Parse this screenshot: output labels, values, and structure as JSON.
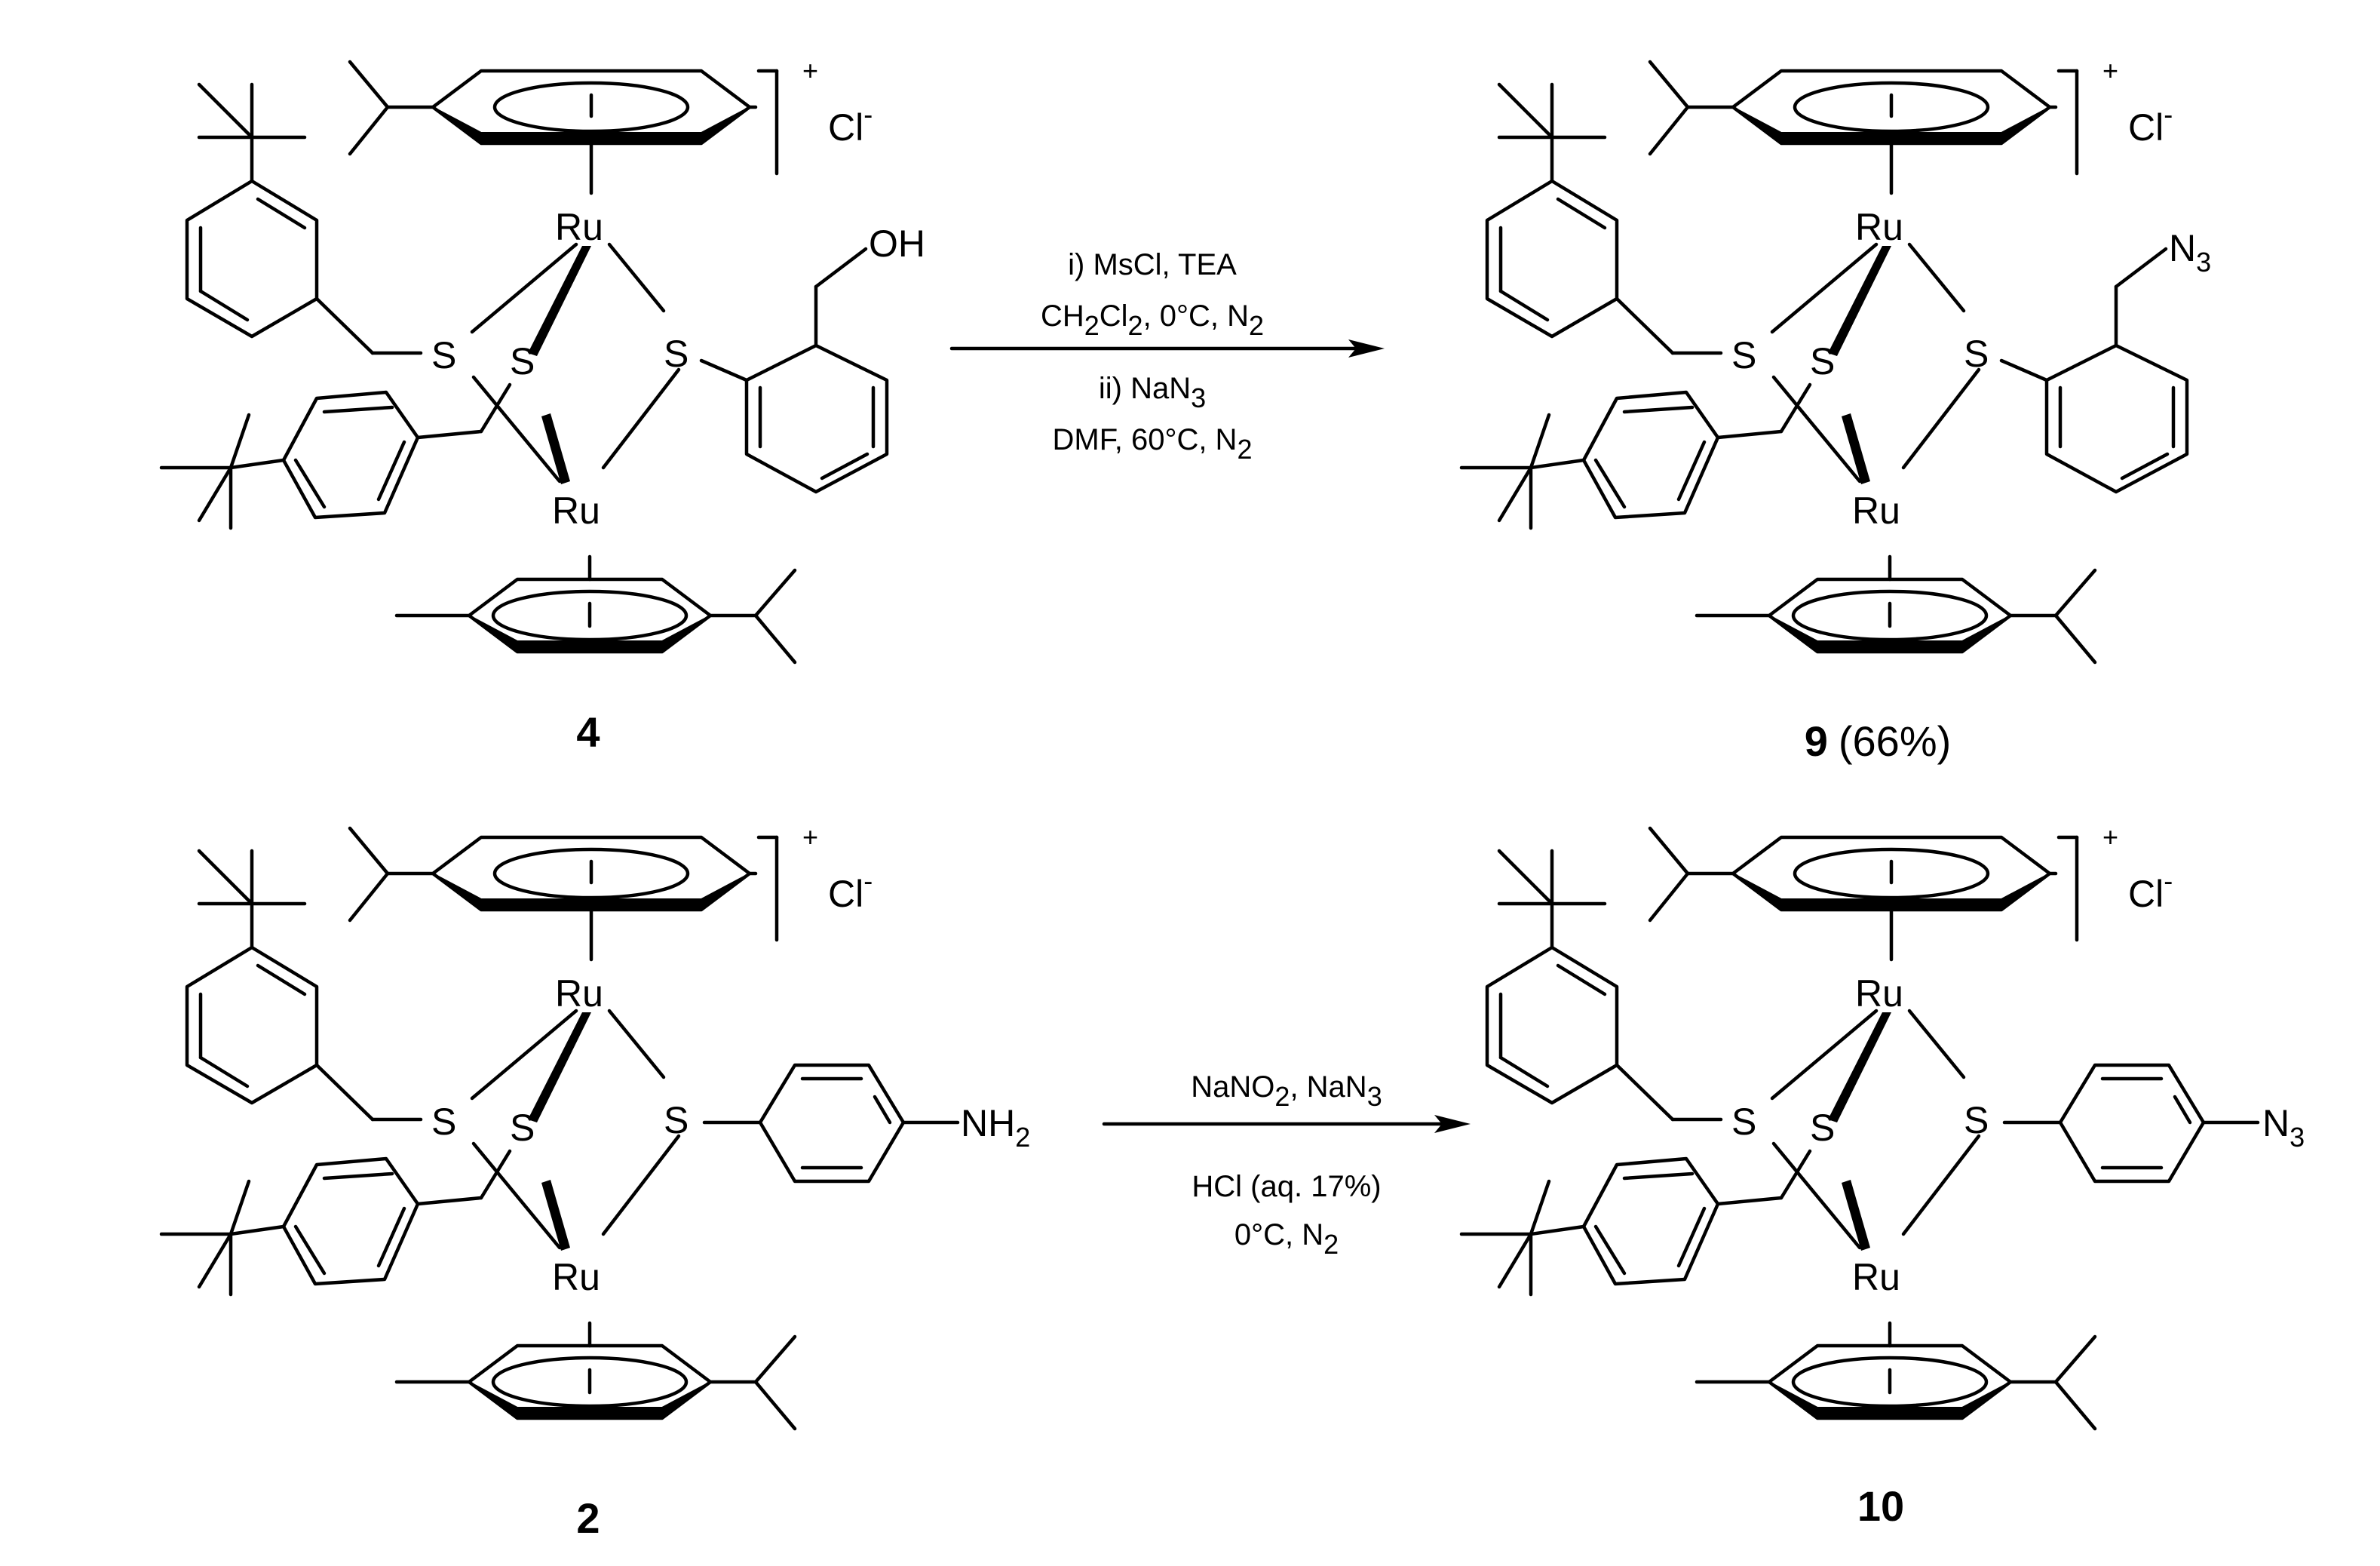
{
  "scheme": {
    "compounds": [
      {
        "id": "4",
        "label": "4",
        "yield": "",
        "counter_ion": {
          "cation_sign": "+",
          "anion": "Cl",
          "anion_charge": "-"
        },
        "metal": "Ru",
        "bridging_atom": "S",
        "substituent_group": "OH"
      },
      {
        "id": "9",
        "label": "9",
        "yield": "(66%)",
        "counter_ion": {
          "cation_sign": "+",
          "anion": "Cl",
          "anion_charge": "-"
        },
        "metal": "Ru",
        "bridging_atom": "S",
        "substituent_group": "N",
        "substituent_sub": "3"
      },
      {
        "id": "2",
        "label": "2",
        "yield": "",
        "counter_ion": {
          "cation_sign": "+",
          "anion": "Cl",
          "anion_charge": "-"
        },
        "metal": "Ru",
        "bridging_atom": "S",
        "substituent_group": "NH",
        "substituent_sub": "2"
      },
      {
        "id": "10",
        "label": "10",
        "yield": "",
        "counter_ion": {
          "cation_sign": "+",
          "anion": "Cl",
          "anion_charge": "-"
        },
        "metal": "Ru",
        "bridging_atom": "S",
        "substituent_group": "N",
        "substituent_sub": "3"
      }
    ],
    "reactions": [
      {
        "from": "4",
        "to": "9",
        "conditions_above": [
          {
            "text": "i) MsCl, TEA"
          },
          {
            "parts": [
              [
                "CH",
                ""
              ],
              [
                "2",
                "sub"
              ],
              [
                "Cl",
                ""
              ],
              [
                "2",
                "sub"
              ],
              [
                ", 0°C, N",
                ""
              ],
              [
                "2",
                "sub"
              ]
            ]
          }
        ],
        "conditions_below": [
          {
            "parts": [
              [
                "ii) NaN",
                ""
              ],
              [
                "3",
                "sub"
              ]
            ]
          },
          {
            "parts": [
              [
                "DMF,  60°C, N",
                ""
              ],
              [
                "2",
                "sub"
              ]
            ]
          }
        ]
      },
      {
        "from": "2",
        "to": "10",
        "conditions_above": [
          {
            "parts": [
              [
                "NaNO",
                ""
              ],
              [
                "2",
                "sub"
              ],
              [
                ", NaN",
                ""
              ],
              [
                "3",
                "sub"
              ]
            ]
          }
        ],
        "conditions_below": [
          {
            "text": "HCl (aq. 17%)"
          },
          {
            "parts": [
              [
                "0°C, N",
                ""
              ],
              [
                "2",
                "sub"
              ]
            ]
          }
        ]
      }
    ]
  }
}
